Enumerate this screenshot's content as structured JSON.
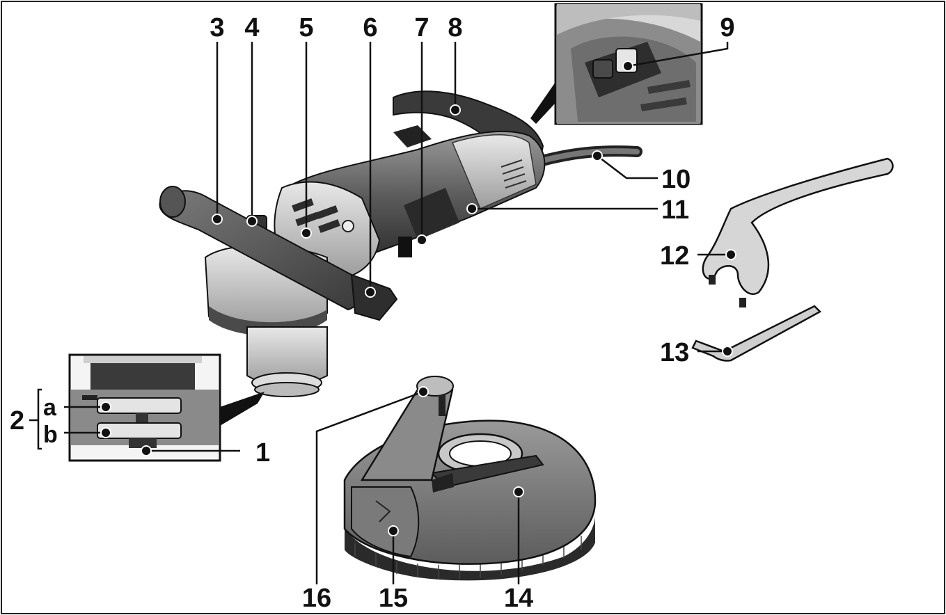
{
  "callouts": {
    "c1": "1",
    "c2": "2",
    "c2a": "a",
    "c2b": "b",
    "c3": "3",
    "c4": "4",
    "c5": "5",
    "c6": "6",
    "c7": "7",
    "c8": "8",
    "c9": "9",
    "c10": "10",
    "c11": "11",
    "c12": "12",
    "c13": "13",
    "c14": "14",
    "c15": "15",
    "c16": "16"
  }
}
